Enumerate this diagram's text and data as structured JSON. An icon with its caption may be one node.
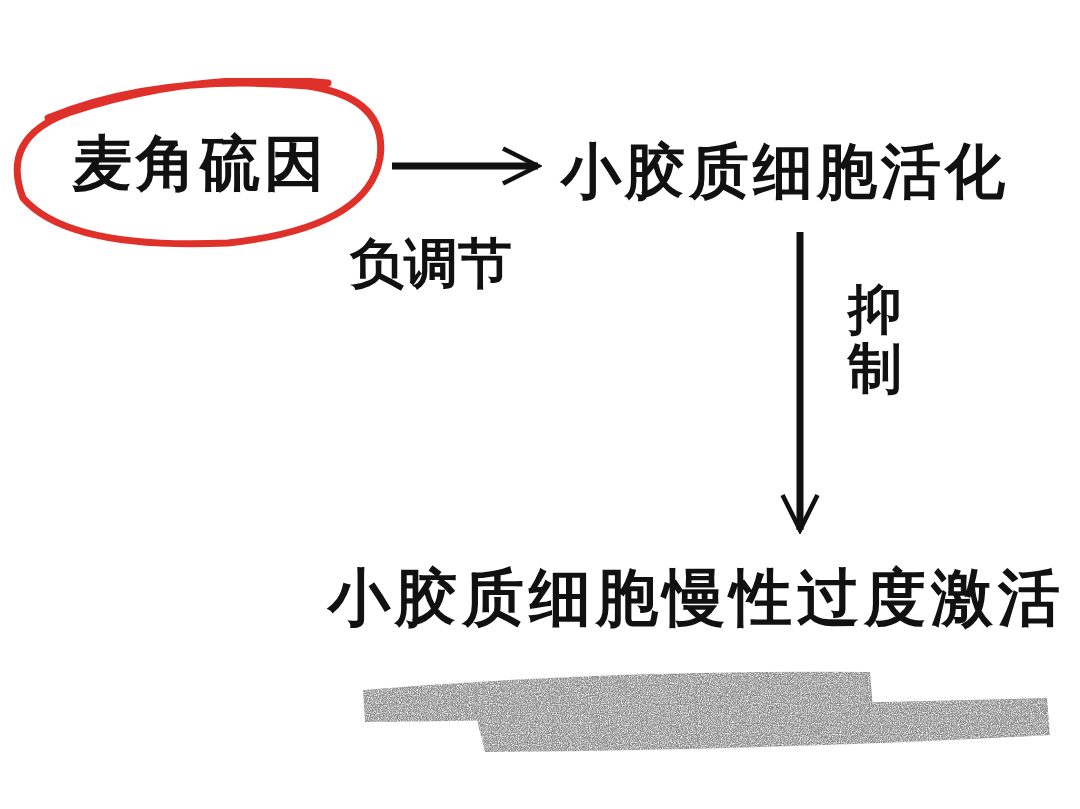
{
  "diagram": {
    "nodes": [
      {
        "text": [
          "麦角硫因"
        ]
      },
      {
        "text": [
          "小胶质细胞活化"
        ]
      },
      {
        "text": [
          "小胶质细胞慢性过度激活"
        ]
      }
    ],
    "edges": [
      {
        "from": 0,
        "to": 1,
        "arrow": "to",
        "label": "负调节"
      },
      {
        "from": 1,
        "to": 2,
        "arrow": "to",
        "label": "抑制"
      }
    ]
  }
}
